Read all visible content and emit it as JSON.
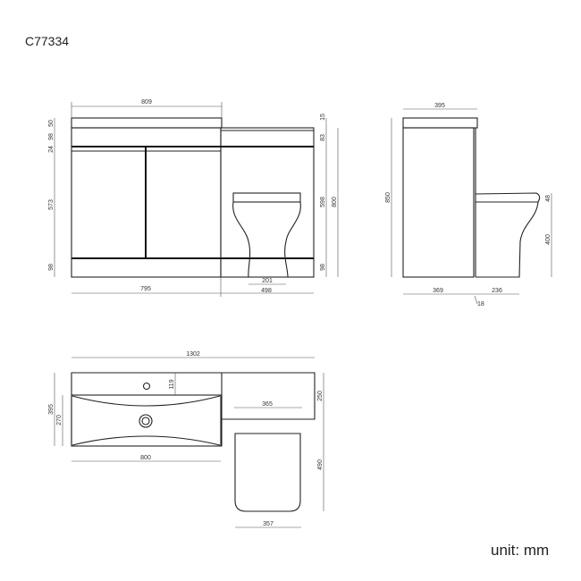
{
  "product_code": "C77334",
  "unit_label": "unit: mm",
  "front_view": {
    "basin_width": "809",
    "cabinet_width": "795",
    "toilet_unit_width": "498",
    "pan_base_width": "201",
    "left_heights": [
      "50",
      "98",
      "24",
      "573",
      "98"
    ],
    "right_heights": [
      "15",
      "83",
      "598",
      "98"
    ],
    "total_height": "800"
  },
  "side_view": {
    "depth": "395",
    "height": "850",
    "seat_thickness": "48",
    "seat_height": "400",
    "cabinet_depth": "369",
    "panel_thickness": "18",
    "pan_projection": "236"
  },
  "plan_view": {
    "total_width": "1302",
    "depth": "395",
    "basin_depth": "270",
    "tap_offset": "119",
    "basin_width": "800",
    "unit_depth": "250",
    "pan_width_top": "365",
    "pan_length": "490",
    "pan_width_bottom": "357"
  }
}
